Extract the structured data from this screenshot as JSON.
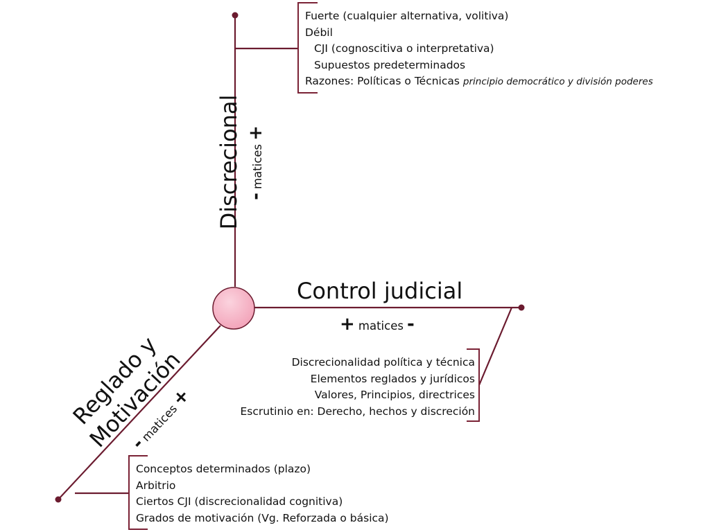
{
  "center": {
    "fill": "#f6b4c6",
    "stroke": "#6b1b2f"
  },
  "axes": {
    "vertical": {
      "title": "Discrecional",
      "scale": {
        "minus": "-",
        "word": "matices",
        "plus": "+"
      },
      "items": [
        {
          "text": "Fuerte (cualquier alternativa, volitiva)"
        },
        {
          "text": "Débil"
        },
        {
          "text": "CJI (cognoscitiva o interpretativa)",
          "indent": true
        },
        {
          "text": "Supuestos predeterminados",
          "indent": true
        },
        {
          "text": "Razones: Políticas o Técnicas ",
          "emphasis": "principio democrático y división poderes"
        }
      ]
    },
    "horizontal": {
      "title": "Control judicial",
      "scale": {
        "plus": "+",
        "word": "matices",
        "minus": "-"
      },
      "items": [
        "Discrecionalidad política y técnica",
        "Elementos reglados y jurídicos",
        "Valores, Principios, directrices",
        "Escrutinio en: Derecho, hechos y discreción"
      ]
    },
    "diagonal": {
      "title_line1": "Reglado y",
      "title_line2": "Motivación",
      "scale": {
        "minus": "-",
        "word": "matices",
        "plus": "+"
      },
      "items": [
        "Conceptos determinados (plazo)",
        "Arbitrio",
        "Ciertos CJI (discrecionalidad cognitiva)",
        "Grados de motivación (Vg. Reforzada o básica)"
      ]
    }
  }
}
